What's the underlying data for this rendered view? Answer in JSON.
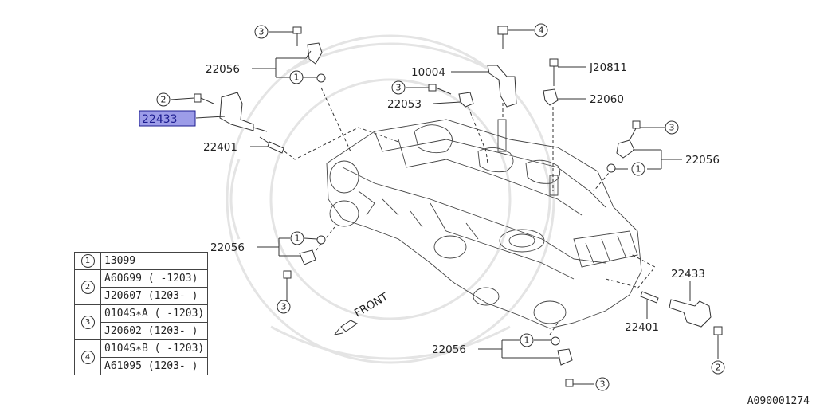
{
  "labels": {
    "p22056_a": "22056",
    "p22433_a": "22433",
    "p22401_a": "22401",
    "p10004": "10004",
    "p22053": "22053",
    "pJ20811": "J20811",
    "p22060": "22060",
    "p22056_b": "22056",
    "p22056_c": "22056",
    "p22433_b": "22433",
    "p22401_b": "22401",
    "p22056_d": "22056"
  },
  "callouts": {
    "c1": "1",
    "c2": "2",
    "c3": "3",
    "c4": "4"
  },
  "front_label": "FRONT",
  "legend": [
    {
      "key": "1",
      "rows": [
        "13099"
      ]
    },
    {
      "key": "2",
      "rows": [
        "A60699 ( -1203)",
        "J20607 (1203- )"
      ]
    },
    {
      "key": "3",
      "rows": [
        "0104S∗A ( -1203)",
        "J20602 (1203- )"
      ]
    },
    {
      "key": "4",
      "rows": [
        "0104S∗B ( -1203)",
        "A61095 (1203- )"
      ]
    }
  ],
  "reference_code": "A090001274",
  "colors": {
    "highlight_fill": "#9c9ce8",
    "highlight_border": "#1b1b8f",
    "line": "#333333",
    "watermark": "#e4e4e4"
  }
}
